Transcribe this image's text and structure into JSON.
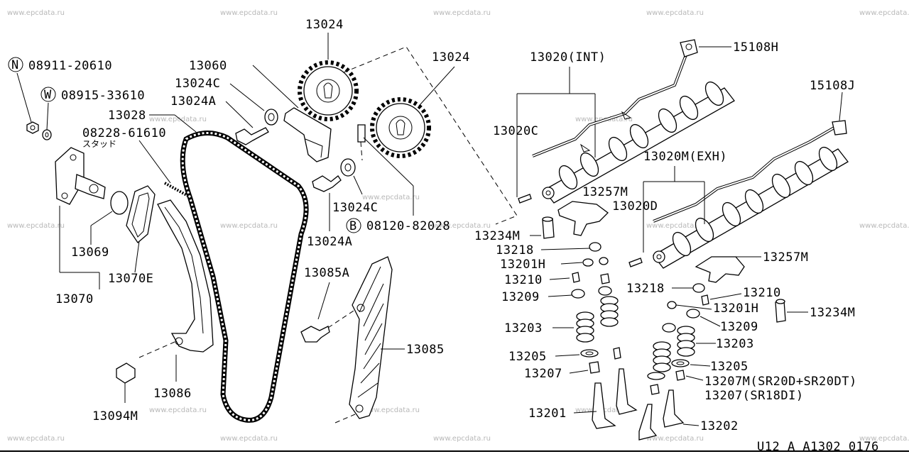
{
  "watermark": "www.epcdata.ru",
  "diagram_code": "U12 A A1302 0176",
  "labels": {
    "p08911": "08911-20610",
    "p08915": "08915-33610",
    "p08228": "08228-61610",
    "stud_jp": "スタッド",
    "p13024_top": "13024",
    "p13024_right": "13024",
    "p13060": "13060",
    "p13024C_top": "13024C",
    "p13024A_top": "13024A",
    "p13028": "13028",
    "p13024C_mid": "13024C",
    "p08120": "08120-82028",
    "p13024A_mid": "13024A",
    "p13069": "13069",
    "p13070E": "13070E",
    "p13070": "13070",
    "p13085A": "13085A",
    "p13085": "13085",
    "p13086": "13086",
    "p13094M": "13094M",
    "p13020_int": "13020(INT)",
    "p15108H": "15108H",
    "p15108J": "15108J",
    "p13020C": "13020C",
    "p13020M_exh": "13020M(EXH)",
    "p13257M_top": "13257M",
    "p13020D": "13020D",
    "p13234M_left": "13234M",
    "p13218_left": "13218",
    "p13201H_left": "13201H",
    "p13210_left": "13210",
    "p13209_left": "13209",
    "p13203_left": "13203",
    "p13205_left": "13205",
    "p13207_left": "13207",
    "p13201": "13201",
    "p13257M_right": "13257M",
    "p13218_right": "13218",
    "p13210_right": "13210",
    "p13201H_right": "13201H",
    "p13234M_right": "13234M",
    "p13209_right": "13209",
    "p13203_right": "13203",
    "p13205_right": "13205",
    "p13207M": "13207M(SR20D+SR20DT)",
    "p13207_sr18": "13207(SR18DI)",
    "p13202": "13202"
  },
  "markers": {
    "n": "N",
    "w": "W",
    "b": "B"
  }
}
